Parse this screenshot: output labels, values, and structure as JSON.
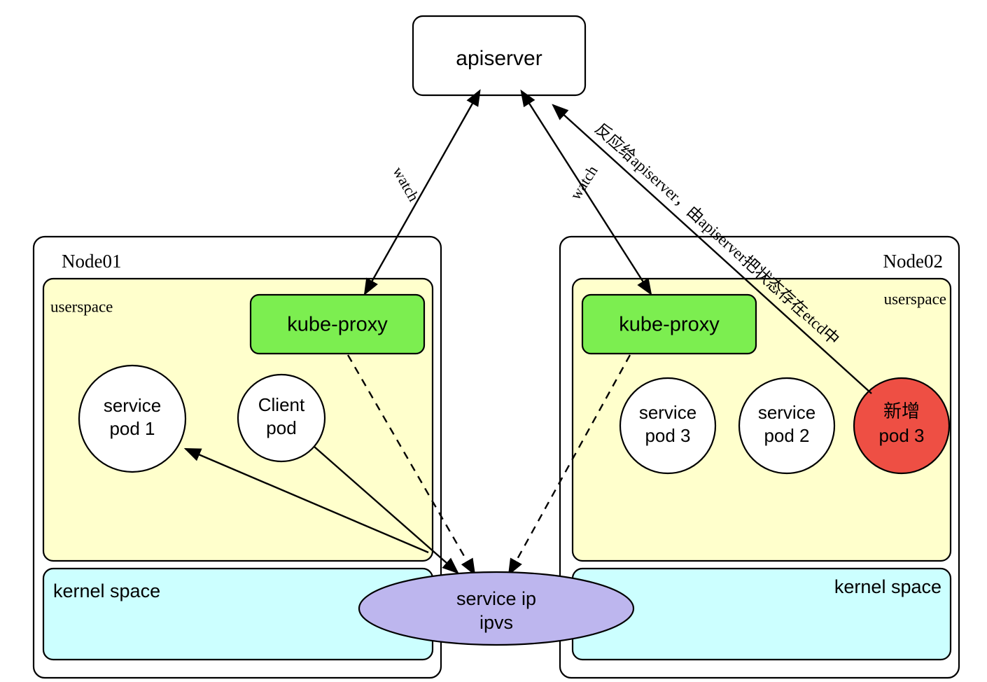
{
  "diagram": {
    "title": "Kubernetes kube-proxy IPVS service architecture",
    "colors": {
      "userspace_fill": "#ffffcc",
      "kernel_fill": "#ccffff",
      "kube_proxy_fill": "#7cee50",
      "new_pod_fill": "#ee4f44",
      "service_ip_fill": "#bdb6ee",
      "stroke": "#000000",
      "node_fill": "#ffffff"
    },
    "apiserver": {
      "label": "apiserver"
    },
    "nodes": [
      {
        "id": "node01",
        "title": "Node01",
        "userspace_label": "userspace",
        "kernel_label": "kernel space",
        "kube_proxy_label": "kube-proxy",
        "pods": [
          {
            "id": "service-pod-1",
            "line1": "service",
            "line2": "pod 1",
            "kind": "service"
          },
          {
            "id": "client-pod",
            "line1": "Client",
            "line2": "pod",
            "kind": "client"
          }
        ]
      },
      {
        "id": "node02",
        "title": "Node02",
        "userspace_label": "userspace",
        "kernel_label": "kernel space",
        "kube_proxy_label": "kube-proxy",
        "pods": [
          {
            "id": "service-pod-3",
            "line1": "service",
            "line2": "pod 3",
            "kind": "service"
          },
          {
            "id": "service-pod-2",
            "line1": "service",
            "line2": "pod 2",
            "kind": "service"
          },
          {
            "id": "new-pod-3",
            "line1": "新增",
            "line2": "pod 3",
            "kind": "new"
          }
        ]
      }
    ],
    "service_ip": {
      "line1": "service ip",
      "line2": "ipvs"
    },
    "edges": [
      {
        "id": "watch-left",
        "label": "watch",
        "style": "solid",
        "direction": "bidirectional"
      },
      {
        "id": "watch-right",
        "label": "watch",
        "style": "solid",
        "direction": "bidirectional"
      },
      {
        "id": "report-to-apiserver",
        "label": "反应给apiserver，由apiserver把状态存在etcd中",
        "style": "solid",
        "direction": "to-apiserver"
      },
      {
        "id": "proxy-left-to-ipvs",
        "label": "",
        "style": "dashed",
        "direction": "to-ipvs"
      },
      {
        "id": "proxy-right-to-ipvs",
        "label": "",
        "style": "dashed",
        "direction": "to-ipvs"
      },
      {
        "id": "client-pod-to-ipvs",
        "label": "",
        "style": "solid",
        "direction": "to-ipvs"
      },
      {
        "id": "ipvs-to-service-pod-1",
        "label": "",
        "style": "solid",
        "direction": "to-pod"
      }
    ]
  }
}
